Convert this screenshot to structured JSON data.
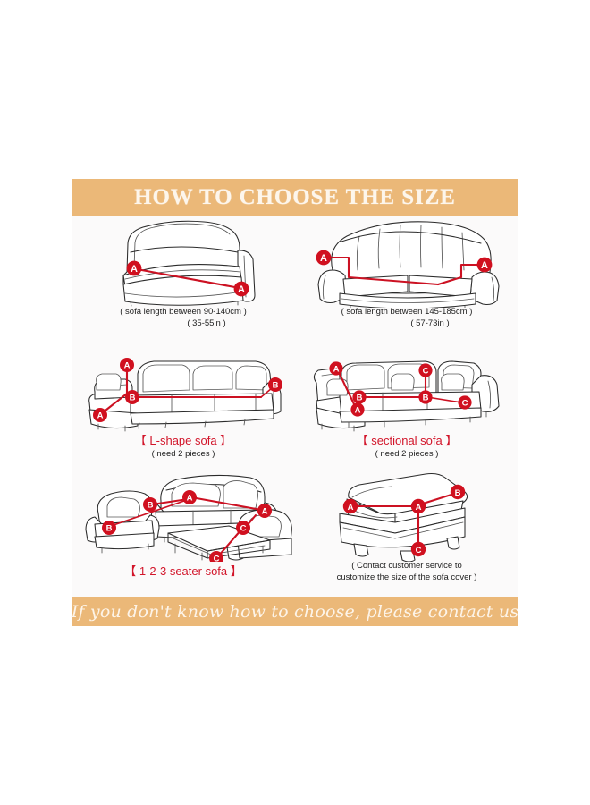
{
  "header": {
    "title": "HOW TO CHOOSE THE SIZE",
    "background_color": "#ebb878",
    "text_color": "#fdf6ec"
  },
  "footer": {
    "text": "If you don't know how to choose, please contact us",
    "background_color": "#ebb878",
    "text_color": "#fdf4e8"
  },
  "theme": {
    "panel_background": "#fbfafa",
    "page_background": "#ffffff",
    "measure_color": "#cc1122",
    "marker_color": "#d0101f",
    "label_color": "#d2152a",
    "line_color": "#2b2b2b"
  },
  "cells": [
    {
      "id": "armchair",
      "name": "single-seat-sofa",
      "markers": [
        "A",
        "A"
      ],
      "caption_line1": "( sofa length between 90-140cm )",
      "caption_line2": "( 35-55in )",
      "title": "",
      "subtitle": ""
    },
    {
      "id": "two-seater",
      "name": "two-seat-sofa",
      "markers": [
        "A",
        "A"
      ],
      "caption_line1": "( sofa length between 145-185cm )",
      "caption_line2": "( 57-73in )",
      "title": "",
      "subtitle": ""
    },
    {
      "id": "l-shape",
      "name": "l-shape-sofa",
      "markers": [
        "A",
        "A",
        "B",
        "B"
      ],
      "caption_line1": "",
      "caption_line2": "",
      "title": "【 L-shape sofa 】",
      "subtitle": "( need 2 pieces )"
    },
    {
      "id": "sectional",
      "name": "sectional-sofa",
      "markers": [
        "A",
        "A",
        "B",
        "B",
        "C",
        "C"
      ],
      "caption_line1": "",
      "caption_line2": "",
      "title": "【 sectional sofa 】",
      "subtitle": "( need 2 pieces )"
    },
    {
      "id": "one-two-three",
      "name": "1-2-3-seater-sofa-set",
      "markers": [
        "A",
        "A",
        "B",
        "B",
        "C",
        "C"
      ],
      "caption_line1": "",
      "caption_line2": "",
      "title": "【 1-2-3 seater sofa 】",
      "subtitle": ""
    },
    {
      "id": "ottoman",
      "name": "ottoman-footstool",
      "markers": [
        "A",
        "A",
        "B",
        "C"
      ],
      "caption_line1": "( Contact customer service to",
      "caption_line2": "customize the size of the sofa cover )",
      "title": "",
      "subtitle": ""
    }
  ],
  "marker_labels": {
    "a": "A",
    "b": "B",
    "c": "C"
  }
}
